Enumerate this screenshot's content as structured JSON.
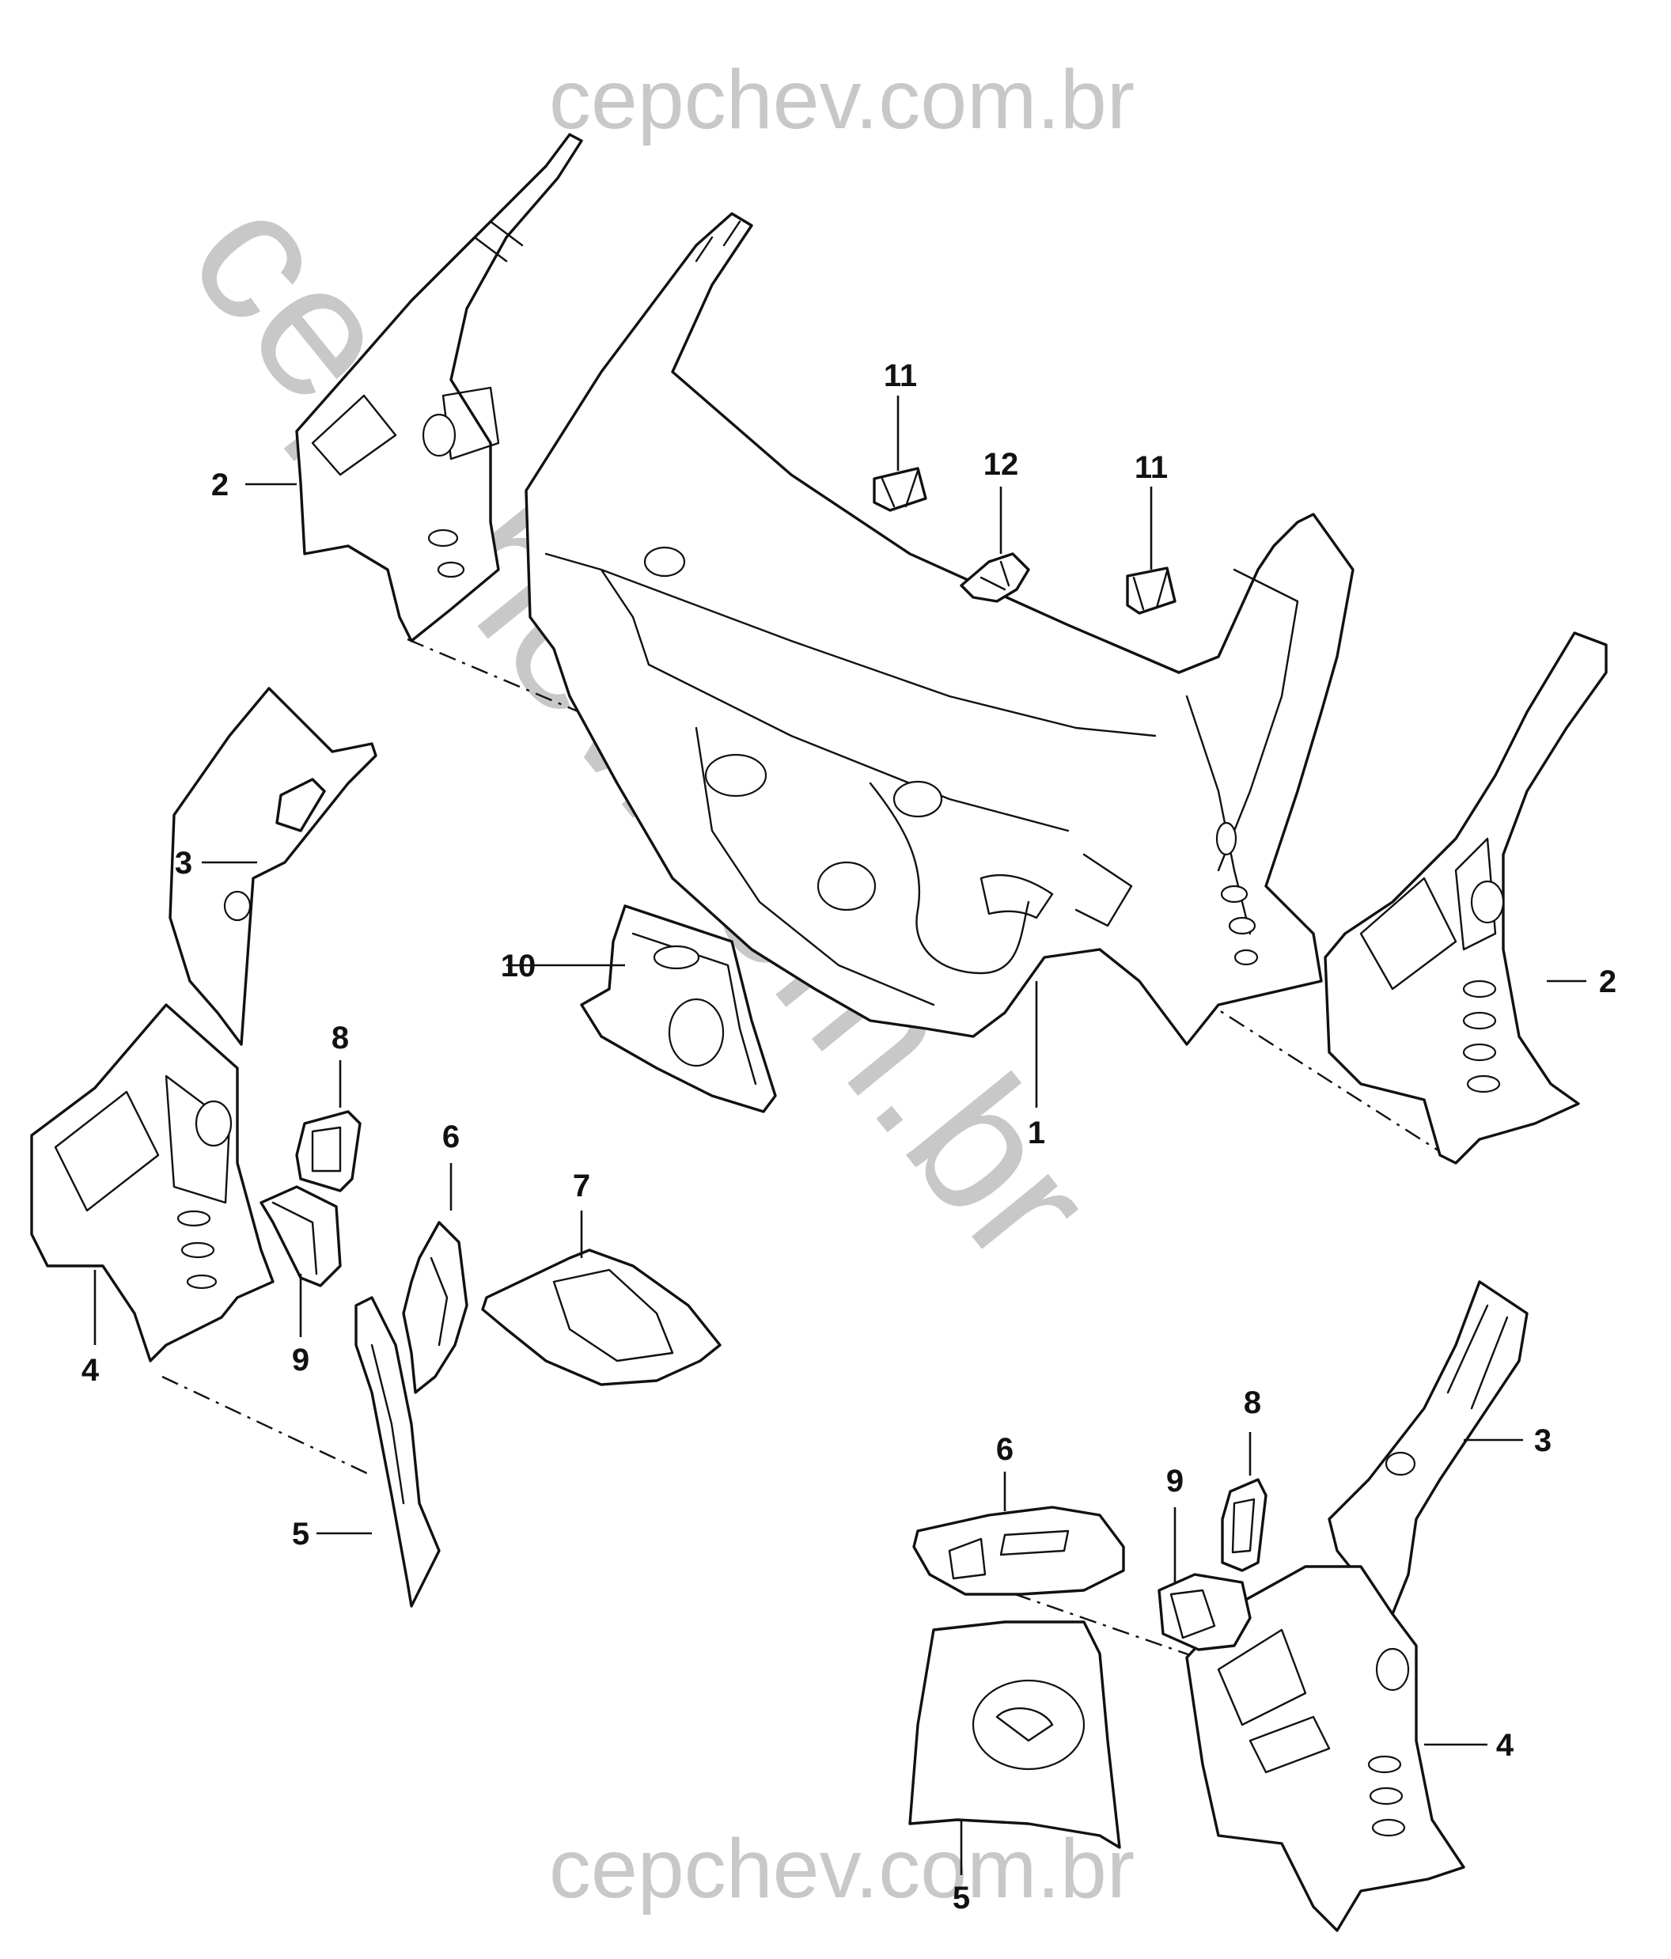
{
  "watermark": {
    "top": "cepchev.com.br",
    "diagonal": "cepchev.com.br",
    "bottom": "cepchev.com.br",
    "color": "#c8c8c8"
  },
  "callouts": {
    "c1": "1",
    "c2a": "2",
    "c2b": "2",
    "c3a": "3",
    "c3b": "3",
    "c4a": "4",
    "c4b": "4",
    "c5a": "5",
    "c5b": "5",
    "c6a": "6",
    "c6b": "6",
    "c7": "7",
    "c8a": "8",
    "c8b": "8",
    "c9a": "9",
    "c9b": "9",
    "c10": "10",
    "c11a": "11",
    "c11b": "11",
    "c12": "12"
  }
}
